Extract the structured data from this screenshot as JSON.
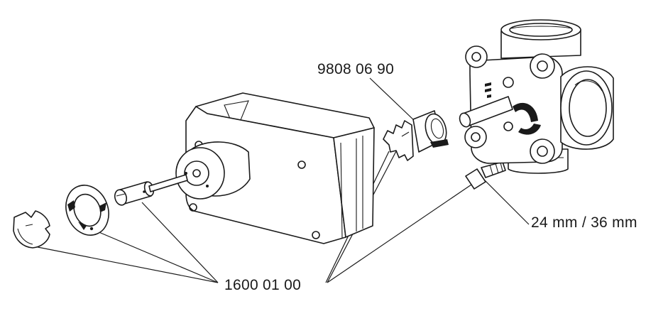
{
  "labels": {
    "part_top": "9808 06 90",
    "part_size": "24 mm / 36 mm",
    "part_bottom": "1600 01 00"
  }
}
